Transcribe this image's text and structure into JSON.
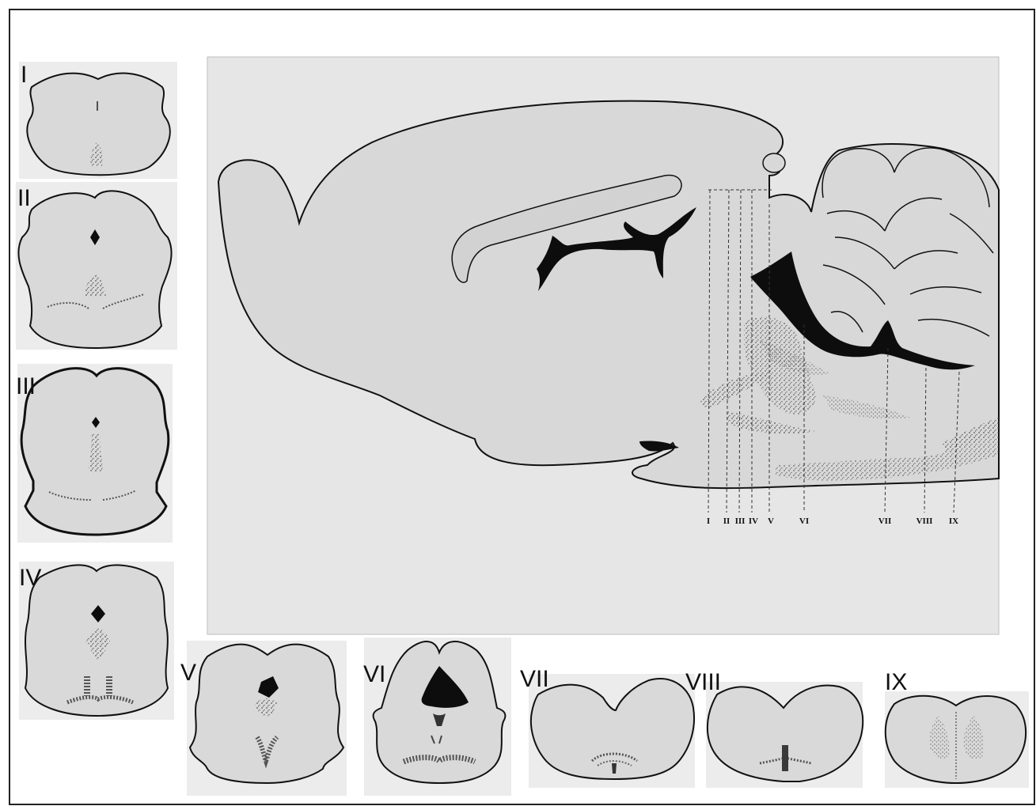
{
  "colors": {
    "page": "#ffffff",
    "frame": "#222222",
    "panel": "#e7e7e7",
    "tissue": "#d9d9d9",
    "outline": "#111111",
    "ventricle": "#0d0d0d",
    "stipple": "#5a5a5a"
  },
  "section_labels": [
    "I",
    "II",
    "III",
    "IV",
    "V",
    "VI",
    "VII",
    "VIII",
    "IX"
  ],
  "sagittal_level_labels": [
    "I",
    "II",
    "III",
    "IV",
    "V",
    "VI",
    "VII",
    "VIII",
    "IX"
  ]
}
